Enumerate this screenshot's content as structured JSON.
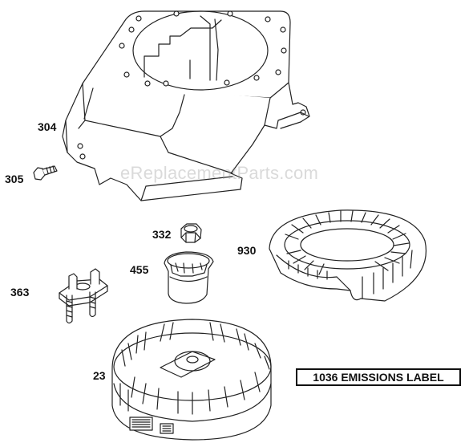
{
  "watermark": "eReplacementParts.com",
  "parts": [
    {
      "id": "304",
      "label": "304"
    },
    {
      "id": "305",
      "label": "305"
    },
    {
      "id": "332",
      "label": "332"
    },
    {
      "id": "930",
      "label": "930"
    },
    {
      "id": "455",
      "label": "455"
    },
    {
      "id": "363",
      "label": "363"
    },
    {
      "id": "23",
      "label": "23"
    }
  ],
  "emissions_label": "1036 EMISSIONS LABEL",
  "colors": {
    "line": "#222222",
    "background": "#ffffff",
    "watermark": "#969696"
  }
}
